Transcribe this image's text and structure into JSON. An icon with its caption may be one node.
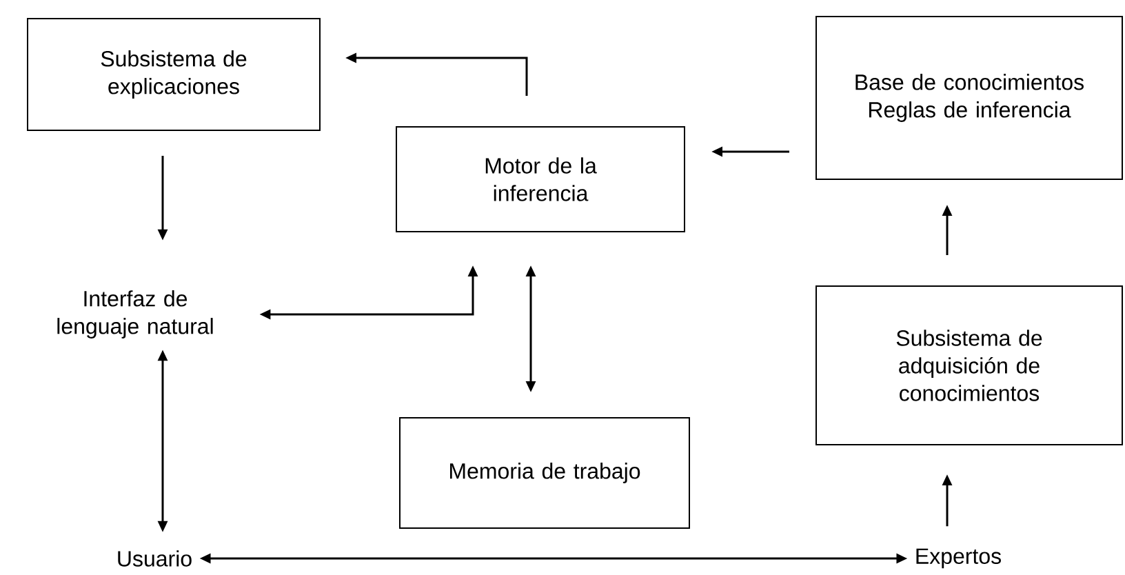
{
  "diagram": {
    "nodes": [
      {
        "text": [
          "Subsistema de explicaciones"
        ]
      },
      {
        "text": [
          "Motor de la inferencia"
        ]
      },
      {
        "text": [
          "Base de conocimientos",
          "Reglas de inferencia"
        ]
      },
      {
        "text": [
          "Interfaz de lenguaje natural"
        ]
      },
      {
        "text": [
          "Subsistema de adquisición de conocimientos"
        ]
      },
      {
        "text": [
          "Memoria de trabajo"
        ]
      },
      {
        "text": [
          "Usuario"
        ]
      },
      {
        "text": [
          "Expertos"
        ]
      }
    ],
    "edges": [
      {
        "from": 1,
        "to": 0,
        "arrow": "to"
      },
      {
        "from": 2,
        "to": 1,
        "arrow": "to"
      },
      {
        "from": 0,
        "to": 3,
        "arrow": "to"
      },
      {
        "from": 3,
        "to": 1,
        "arrow": "both"
      },
      {
        "from": 1,
        "to": 5,
        "arrow": "both"
      },
      {
        "from": 3,
        "to": 6,
        "arrow": "both"
      },
      {
        "from": 6,
        "to": 7,
        "arrow": "both"
      },
      {
        "from": 4,
        "to": 2,
        "arrow": "to"
      },
      {
        "from": 7,
        "to": 4,
        "arrow": "to"
      }
    ]
  }
}
